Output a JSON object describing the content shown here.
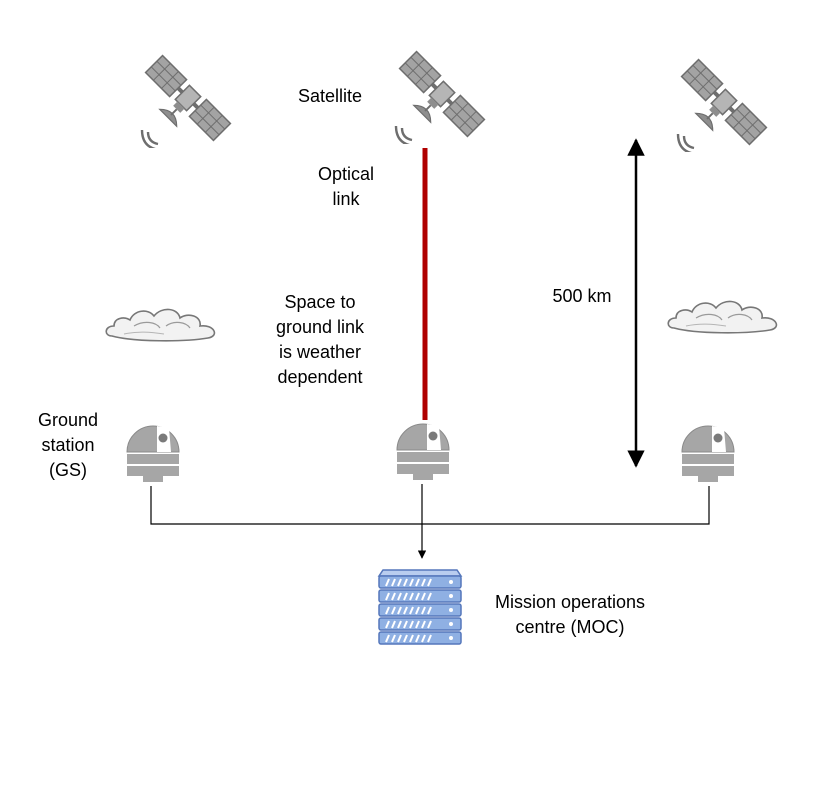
{
  "labels": {
    "satellite": "Satellite",
    "optical_link": [
      "Optical",
      "link"
    ],
    "space_to_ground": [
      "Space to",
      "ground link",
      "is weather",
      "dependent"
    ],
    "distance": "500 km",
    "ground_station": [
      "Ground",
      "station",
      "(GS)"
    ],
    "moc": [
      "Mission operations",
      "centre (MOC)"
    ]
  },
  "icons": {
    "satellite": "satellite-icon",
    "cloud": "cloud-icon",
    "ground_station": "observatory-dome-icon",
    "server": "server-rack-icon"
  },
  "colors": {
    "optical_link": "#b00000",
    "icon_grey": "#9a9a9a",
    "icon_dark": "#6e6e6e",
    "server_blue": "#8aa8d8",
    "server_outline": "#5577bb",
    "connector": "#000000"
  }
}
